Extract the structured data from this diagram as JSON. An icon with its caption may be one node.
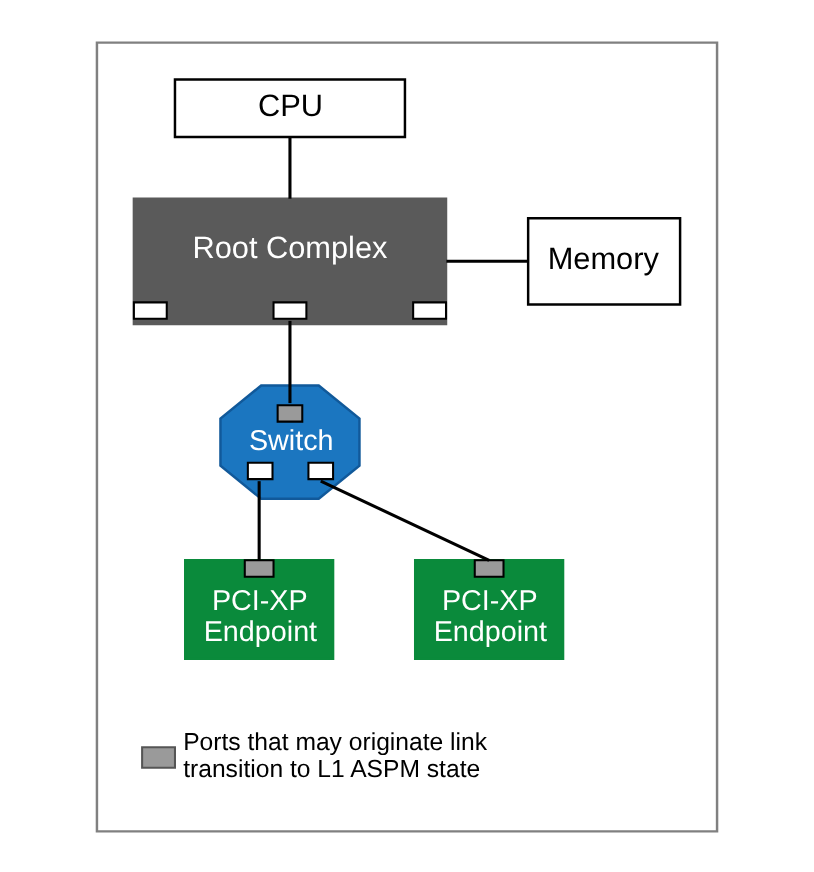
{
  "diagram": {
    "nodes": [
      {
        "text": [],
        "shape": "box"
      },
      {
        "text": [
          "CPU"
        ],
        "in": 0
      },
      {
        "text": [
          "Root Complex"
        ],
        "in": 0
      },
      {
        "text": [
          "Memory"
        ],
        "in": 0
      },
      {
        "text": [
          "Switch"
        ],
        "in": 0
      },
      {
        "text": [
          "PCI-XP Endpoint"
        ],
        "in": 0
      },
      {
        "text": [
          "PCI-XP Endpoint"
        ],
        "in": 0
      }
    ],
    "edges": [
      {
        "from": 1,
        "to": 2,
        "arrow": "none"
      },
      {
        "from": 2,
        "to": 3,
        "arrow": "none"
      },
      {
        "from": 2,
        "to": 4,
        "arrow": "none"
      },
      {
        "from": 4,
        "to": 5,
        "arrow": "none"
      },
      {
        "from": 4,
        "to": 6,
        "arrow": "none"
      }
    ],
    "legend": [
      {
        "text": "Ports that may originate link transition to L1 ASPM state",
        "color": "#9a9a9a"
      }
    ]
  }
}
